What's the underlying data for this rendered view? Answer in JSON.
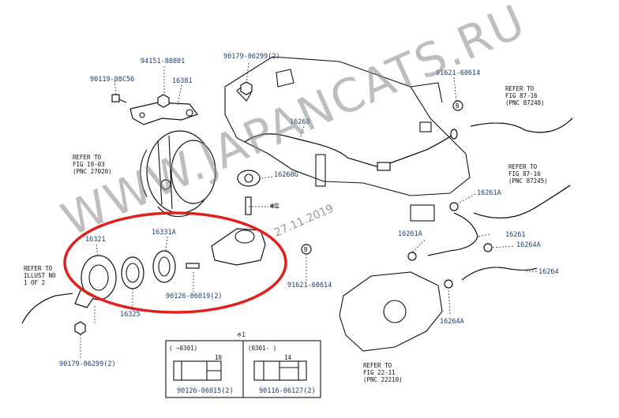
{
  "labels": [
    "94151-80801",
    "90119-08C56",
    "16381",
    "90179-06299(2)",
    "16268",
    "16268G",
    "※1",
    "16321",
    "16331A",
    "90126-06019(2)",
    "16325",
    "90179-06299(2)",
    "91621-60614",
    "91621-60614",
    "16261A",
    "16261A",
    "16261",
    "16264A",
    "16264",
    "16264A",
    "90126-06015(2)",
    "90116-06127(2)"
  ],
  "refs": {
    "fig_19_03": [
      "REFER TO",
      "FIG 19-03",
      "(PNC 27020)"
    ],
    "fig_87_16_a": [
      "REFER TO",
      "FIG 87-16",
      "(PNC 87248)"
    ],
    "fig_87_16_b": [
      "REFER TO",
      "FIG 87-16",
      "(PNC 87245)"
    ],
    "illust": [
      "REFER TO",
      "ILLUST NO",
      "1 OF 2"
    ],
    "fig_22_11": [
      "REFER TO",
      "FIG 22-11",
      "(PNC 22210)"
    ]
  },
  "footnote": {
    "marker": "※1",
    "title": "※1",
    "col_left": "(    ~0301)",
    "col_right": "(0301-      )",
    "dim_left": "10",
    "dim_right": "14"
  },
  "watermark": "WWW.JAPANCATS.RU",
  "watermark_date": "27.11.2019",
  "colors": {
    "highlight_ring": "#e0201c",
    "part_label": "#1c3f6e",
    "line": "#111111"
  }
}
